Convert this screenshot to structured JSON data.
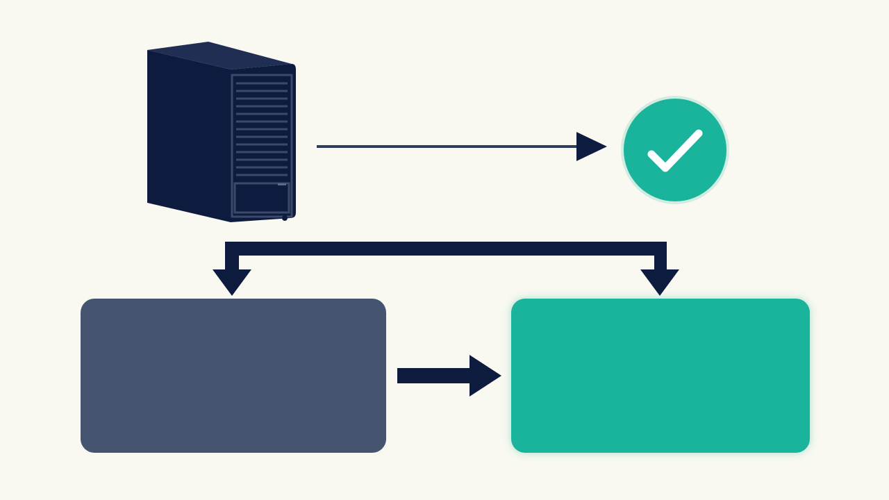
{
  "diagram": {
    "background": "#f9f9f1",
    "nodes": [
      {
        "id": "server",
        "kind": "server-tower-icon",
        "color": "#0d1b3e"
      },
      {
        "id": "success",
        "kind": "checkmark-circle-icon",
        "color": "#1ab39b"
      },
      {
        "id": "left-box",
        "kind": "rounded-rectangle",
        "color": "#45546f",
        "label": ""
      },
      {
        "id": "right-box",
        "kind": "rounded-rectangle",
        "color": "#1ab39b",
        "label": ""
      }
    ],
    "edges": [
      {
        "from": "server",
        "to": "success",
        "style": "thin-arrow",
        "color": "#2f3e5c"
      },
      {
        "from": "server",
        "to": "left-box",
        "style": "thick-branch-arrow",
        "color": "#0d1b3e"
      },
      {
        "from": "server",
        "to": "right-box",
        "style": "thick-branch-arrow",
        "color": "#0d1b3e"
      },
      {
        "from": "left-box",
        "to": "right-box",
        "style": "thick-arrow",
        "color": "#0d1b3e"
      }
    ]
  }
}
